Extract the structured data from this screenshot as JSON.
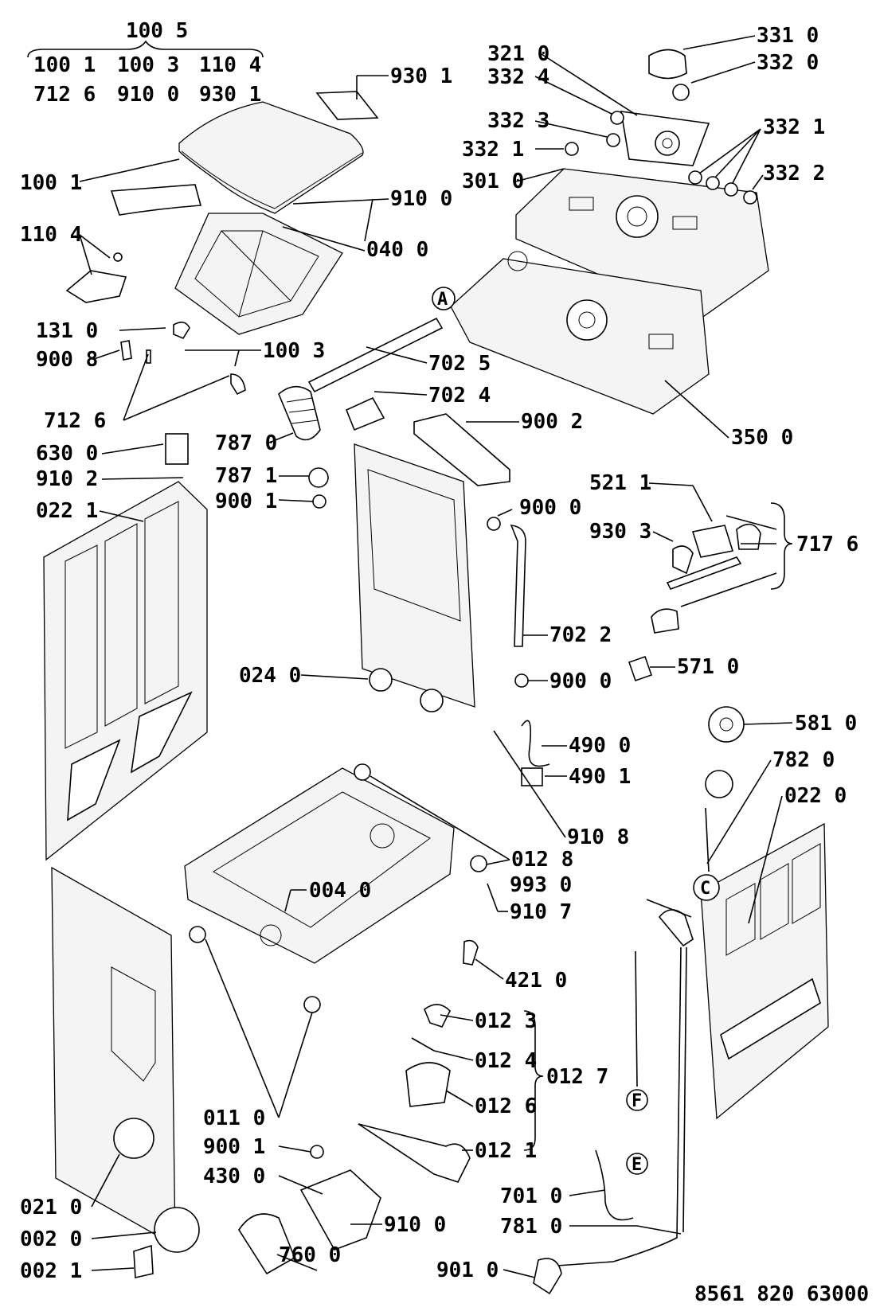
{
  "diagram": {
    "header_group": {
      "top": "100 5",
      "rows": [
        [
          "100 1",
          "100 3",
          "110 4"
        ],
        [
          "712 6",
          "910 0",
          "930 1"
        ]
      ]
    },
    "callout_A": "A",
    "callout_C": "C",
    "callout_E": "E",
    "callout_F": "F",
    "drawing_number": "8561 820 63000",
    "labels": {
      "l9301a": "930 1",
      "l3210": "321 0",
      "l3324": "332 4",
      "l3310": "331 0",
      "l3320": "332 0",
      "l3323": "332 3",
      "l3321a": "332 1",
      "l3321b": "332 1",
      "l3322": "332 2",
      "l3010": "301 0",
      "l1001": "100 1",
      "l9100a": "910 0",
      "l1104": "110 4",
      "l0400": "040 0",
      "l1310": "131 0",
      "l1003": "100 3",
      "l9008": "900 8",
      "l7025": "702 5",
      "l7024": "702 4",
      "l7126": "712 6",
      "l9002": "900 2",
      "l3500": "350 0",
      "l6300": "630 0",
      "l7870": "787 0",
      "l7871": "787 1",
      "l9102": "910 2",
      "l9001a": "900 1",
      "l0221": "022 1",
      "l9000a": "900 0",
      "l5211": "521 1",
      "l9303": "930 3",
      "l7176": "717 6",
      "l7022": "702 2",
      "l0240": "024 0",
      "l9000b": "900 0",
      "l5710": "571 0",
      "l5810": "581 0",
      "l4900": "490 0",
      "l7820": "782 0",
      "l4901": "490 1",
      "l0220": "022 0",
      "l9108": "910 8",
      "l0128": "012 8",
      "l0040": "004 0",
      "l9930": "993 0",
      "l9107": "910 7",
      "l4210": "421 0",
      "l0123": "012 3",
      "l0124": "012 4",
      "l0127": "012 7",
      "l0126": "012 6",
      "l0110": "011 0",
      "l0121": "012 1",
      "l9001b": "900 1",
      "l4300": "430 0",
      "l7010": "701 0",
      "l0210": "021 0",
      "l9100b": "910 0",
      "l7810": "781 0",
      "l0020": "002 0",
      "l7600": "760 0",
      "l9010": "901 0",
      "l0021": "002 1"
    }
  }
}
